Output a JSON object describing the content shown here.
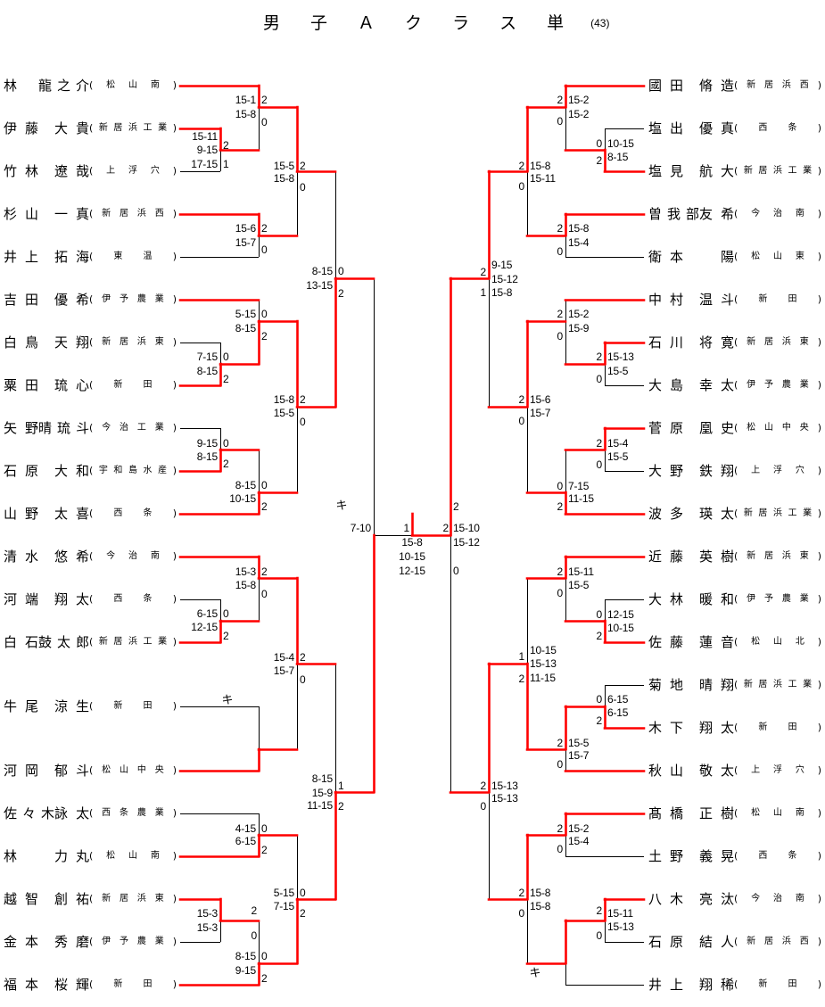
{
  "title": {
    "text": "男子Ａクラス単",
    "entries": "(43)"
  },
  "format": {
    "paren_open": "(",
    "paren_close": ")"
  },
  "marks": {
    "forfeit": "キ"
  },
  "colors": {
    "winner_path": "#ff0000",
    "bracket_line": "#000000",
    "background": "#ffffff"
  },
  "left_players": [
    {
      "family": "林",
      "given": "龍之介",
      "school": "松山南"
    },
    {
      "family": "伊藤",
      "given": "大貴",
      "school": "新居浜工業"
    },
    {
      "family": "竹林",
      "given": "遼哉",
      "school": "上浮穴"
    },
    {
      "family": "杉山",
      "given": "一真",
      "school": "新居浜西"
    },
    {
      "family": "井上",
      "given": "拓海",
      "school": "東温"
    },
    {
      "family": "吉田",
      "given": "優希",
      "school": "伊予農業"
    },
    {
      "family": "白鳥",
      "given": "天翔",
      "school": "新居浜東"
    },
    {
      "family": "粟田",
      "given": "琉心",
      "school": "新田"
    },
    {
      "family": "矢野",
      "given": "晴琉斗",
      "school": "今治工業"
    },
    {
      "family": "石原",
      "given": "大和",
      "school": "宇和島水産"
    },
    {
      "family": "山野",
      "given": "太喜",
      "school": "西条"
    },
    {
      "family": "清水",
      "given": "悠希",
      "school": "今治南"
    },
    {
      "family": "河端",
      "given": "翔太",
      "school": "西条"
    },
    {
      "family": "白石",
      "given": "鼓太郎",
      "school": "新居浜工業"
    },
    {
      "family": "牛尾",
      "given": "涼生",
      "school": "新田"
    },
    {
      "family": "河岡",
      "given": "郁斗",
      "school": "松山中央"
    },
    {
      "family": "佐々木",
      "given": "詠太",
      "school": "西条農業"
    },
    {
      "family": "林",
      "given": "力丸",
      "school": "松山南"
    },
    {
      "family": "越智",
      "given": "創祐",
      "school": "新居浜東"
    },
    {
      "family": "金本",
      "given": "秀磨",
      "school": "伊予農業"
    },
    {
      "family": "福本",
      "given": "桜輝",
      "school": "新田"
    }
  ],
  "right_players": [
    {
      "family": "國田",
      "given": "脩造",
      "school": "新居浜西"
    },
    {
      "family": "塩出",
      "given": "優真",
      "school": "西条"
    },
    {
      "family": "塩見",
      "given": "航大",
      "school": "新居浜工業"
    },
    {
      "family": "曽我部",
      "given": "友希",
      "school": "今治南"
    },
    {
      "family": "衛本",
      "given": "陽",
      "school": "松山東"
    },
    {
      "family": "中村",
      "given": "温斗",
      "school": "新田"
    },
    {
      "family": "石川",
      "given": "将寛",
      "school": "新居浜東"
    },
    {
      "family": "大島",
      "given": "幸太",
      "school": "伊予農業"
    },
    {
      "family": "菅原",
      "given": "凰史",
      "school": "松山中央"
    },
    {
      "family": "大野",
      "given": "鉄翔",
      "school": "上浮穴"
    },
    {
      "family": "波多",
      "given": "瑛太",
      "school": "新居浜工業"
    },
    {
      "family": "近藤",
      "given": "英樹",
      "school": "新居浜東"
    },
    {
      "family": "大林",
      "given": "暖和",
      "school": "伊予農業"
    },
    {
      "family": "佐藤",
      "given": "蓮音",
      "school": "松山北"
    },
    {
      "family": "菊地",
      "given": "晴翔",
      "school": "新居浜工業"
    },
    {
      "family": "木下",
      "given": "翔太",
      "school": "新田"
    },
    {
      "family": "秋山",
      "given": "敬太",
      "school": "上浮穴"
    },
    {
      "family": "髙橋",
      "given": "正樹",
      "school": "松山南"
    },
    {
      "family": "土野",
      "given": "義晃",
      "school": "西条"
    },
    {
      "family": "八木",
      "given": "亮汰",
      "school": "今治南"
    },
    {
      "family": "石原",
      "given": "結人",
      "school": "新居浜西"
    },
    {
      "family": "井上",
      "given": "翔稀",
      "school": "新田"
    }
  ],
  "matches": {
    "L01": {
      "scores": [
        "15-11",
        "9-15",
        "17-15"
      ],
      "wins": [
        "2",
        "1"
      ]
    },
    "L02": {
      "scores": [
        "15-1",
        "15-8"
      ],
      "wins": [
        "2",
        "0"
      ]
    },
    "L03": {
      "scores": [
        "15-6",
        "15-7"
      ],
      "wins": [
        "2",
        "0"
      ]
    },
    "L04": {
      "scores": [
        "15-5",
        "15-8"
      ],
      "wins": [
        "2",
        "0"
      ]
    },
    "L05": {
      "scores": [
        "7-15",
        "8-15"
      ],
      "wins": [
        "0",
        "2"
      ]
    },
    "L06": {
      "scores": [
        "5-15",
        "8-15"
      ],
      "wins": [
        "0",
        "2"
      ]
    },
    "L07": {
      "scores": [
        "9-15",
        "8-15"
      ],
      "wins": [
        "0",
        "2"
      ]
    },
    "L08": {
      "scores": [
        "8-15",
        "10-15"
      ],
      "wins": [
        "0",
        "2"
      ]
    },
    "L09": {
      "scores": [
        "15-8",
        "15-5"
      ],
      "wins": [
        "2",
        "0"
      ]
    },
    "L10": {
      "scores": [
        "8-15",
        "13-15"
      ],
      "wins": [
        "0",
        "2"
      ]
    },
    "L11": {
      "scores": [
        "6-15",
        "12-15"
      ],
      "wins": [
        "0",
        "2"
      ]
    },
    "L12": {
      "scores": [
        "15-3",
        "15-8"
      ],
      "wins": [
        "2",
        "0"
      ]
    },
    "L13": {
      "forfeit": true
    },
    "L14": {
      "scores": [
        "15-4",
        "15-7"
      ],
      "wins": [
        "2",
        "0"
      ]
    },
    "L15": {
      "scores": [
        "4-15",
        "6-15"
      ],
      "wins": [
        "0",
        "2"
      ]
    },
    "L16": {
      "scores": [
        "15-3",
        "15-3"
      ],
      "wins": [
        "2",
        "0"
      ]
    },
    "L17": {
      "scores": [
        "8-15",
        "9-15"
      ],
      "wins": [
        "0",
        "2"
      ]
    },
    "L18": {
      "scores": [
        "5-15",
        "7-15"
      ],
      "wins": [
        "0",
        "2"
      ]
    },
    "L19": {
      "scores": [
        "8-15",
        "15-9",
        "11-15"
      ],
      "wins": [
        "1",
        "2"
      ]
    },
    "L20": {
      "scores": [
        "7-10"
      ],
      "forfeit": true
    },
    "final": {
      "scores": [
        "15-8",
        "10-15",
        "12-15"
      ],
      "wins": [
        "1",
        "2"
      ]
    },
    "R01": {
      "scores": [
        "10-15",
        "8-15"
      ],
      "wins": [
        "0",
        "2"
      ]
    },
    "R02": {
      "scores": [
        "15-2",
        "15-2"
      ],
      "wins": [
        "2",
        "0"
      ]
    },
    "R03": {
      "scores": [
        "15-8",
        "15-4"
      ],
      "wins": [
        "2",
        "0"
      ]
    },
    "R04": {
      "scores": [
        "15-8",
        "15-11"
      ],
      "wins": [
        "2",
        "0"
      ]
    },
    "R05": {
      "scores": [
        "15-13",
        "15-5"
      ],
      "wins": [
        "2",
        "0"
      ]
    },
    "R06": {
      "scores": [
        "15-2",
        "15-9"
      ],
      "wins": [
        "2",
        "0"
      ]
    },
    "R07": {
      "scores": [
        "15-4",
        "15-5"
      ],
      "wins": [
        "2",
        "0"
      ]
    },
    "R08": {
      "scores": [
        "7-15",
        "11-15"
      ],
      "wins": [
        "0",
        "2"
      ]
    },
    "R09": {
      "scores": [
        "15-6",
        "15-7"
      ],
      "wins": [
        "2",
        "0"
      ]
    },
    "R10": {
      "scores": [
        "9-15",
        "15-12",
        "15-8"
      ],
      "wins": [
        "2",
        "1"
      ]
    },
    "R11": {
      "scores": [
        "12-15",
        "10-15"
      ],
      "wins": [
        "0",
        "2"
      ]
    },
    "R12": {
      "scores": [
        "15-11",
        "15-5"
      ],
      "wins": [
        "2",
        "0"
      ]
    },
    "R13": {
      "scores": [
        "6-15",
        "6-15"
      ],
      "wins": [
        "0",
        "2"
      ]
    },
    "R14": {
      "scores": [
        "15-5",
        "15-7"
      ],
      "wins": [
        "2",
        "0"
      ]
    },
    "R15": {
      "scores": [
        "10-15",
        "15-13",
        "11-15"
      ],
      "wins": [
        "1",
        "2"
      ]
    },
    "R16": {
      "scores": [
        "15-13",
        "15-13"
      ],
      "wins": [
        "2",
        "0"
      ]
    },
    "R17": {
      "scores": [
        "15-2",
        "15-4"
      ],
      "wins": [
        "2",
        "0"
      ]
    },
    "R18": {
      "scores": [
        "15-11",
        "15-13"
      ],
      "wins": [
        "2",
        "0"
      ]
    },
    "R19": {
      "forfeit": true
    },
    "R20": {
      "scores": [
        "15-8",
        "15-8"
      ],
      "wins": [
        "2",
        "0"
      ]
    },
    "R21": {
      "scores": [
        "15-10",
        "15-12"
      ],
      "wins": [
        "2",
        "0"
      ]
    }
  }
}
